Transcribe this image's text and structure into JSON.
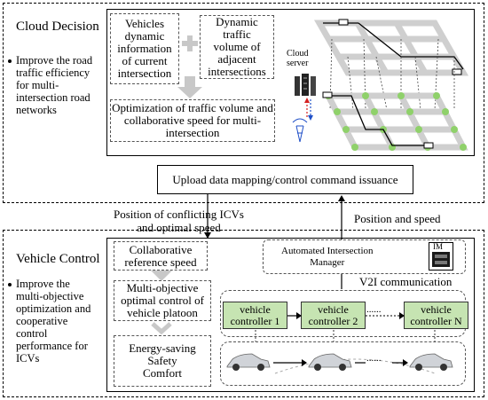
{
  "cloud": {
    "title": "Cloud Decision",
    "bullet": "Improve the road\ntraffic efficiency\nfor multi-\nintersection road\nnetworks",
    "box_vehicles": "Vehicles\ndynamic\ninformation\nof current\nintersection",
    "box_dynamic": "Dynamic traffic\nvolume of\nadjacent\nintersections",
    "box_optimization": "Optimization of  traffic volume and\ncollaborative speed for multi-\nintersection",
    "server_label": "Cloud\nserver"
  },
  "middle": {
    "upload_label": "Upload data mapping/control command issuance",
    "left_label": "Position of conflicting ICVs\nand optimal speed",
    "right_label": "Position and speed"
  },
  "vehicle": {
    "title": "Vehicle Control",
    "bullet": "Improve the\nmulti-objective\noptimization and\ncooperative\ncontrol\nperformance for\nICVs",
    "box_ref": "Collaborative\nreference speed",
    "box_multi": "Multi-objective\noptimal control of\nvehicle platoon",
    "box_energy": "Energy-saving\nSafety\nComfort",
    "aim_label": "Automated Intersection\nManager",
    "im_label": "IM",
    "v2i_label": "V2I communication",
    "controllers": [
      "vehicle\ncontroller 1",
      "vehicle\ncontroller 2",
      "vehicle\ncontroller N"
    ],
    "dots": "......"
  },
  "colors": {
    "controller": "#c6e4b2",
    "green_node": "#8fd16a",
    "road": "#cfcfcf"
  }
}
